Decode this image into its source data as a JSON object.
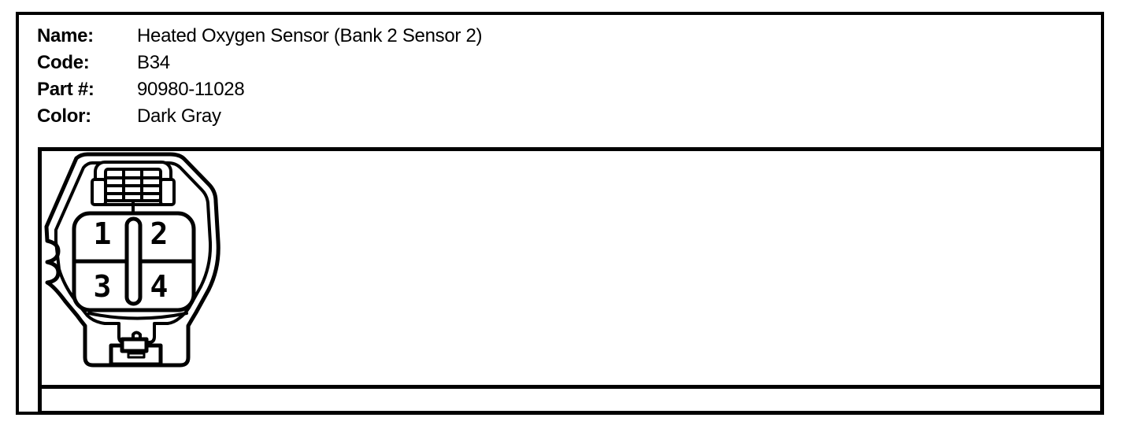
{
  "header": {
    "rows": [
      {
        "label": "Name:",
        "value": "Heated Oxygen Sensor (Bank 2 Sensor 2)"
      },
      {
        "label": "Code:",
        "value": "B34"
      },
      {
        "label": "Part #:",
        "value": "90980-11028"
      },
      {
        "label": "Color:",
        "value": "Dark Gray"
      }
    ]
  },
  "diagram": {
    "description": "4-pin connector, front view line drawing",
    "pins": [
      "1",
      "2",
      "3",
      "4"
    ]
  },
  "colors": {
    "line": "#000000",
    "background": "#ffffff"
  }
}
